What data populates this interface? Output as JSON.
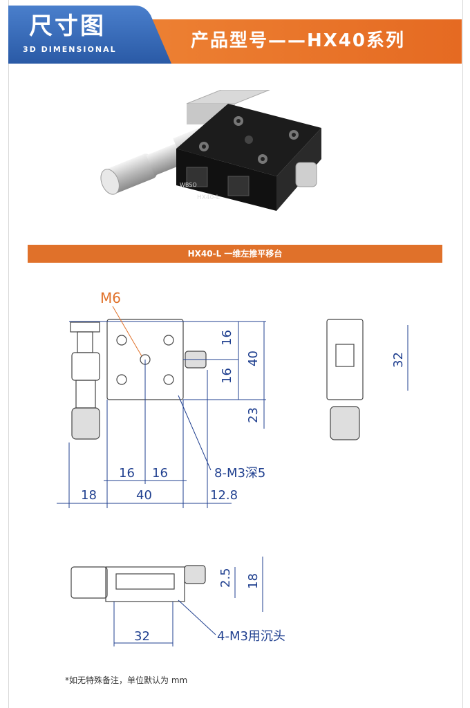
{
  "header": {
    "title": "尺寸图",
    "subtitle": "3D DIMENSIONAL",
    "product_title": "产品型号——HX40系列"
  },
  "product_photo": {
    "brand": "WBSO",
    "model": "HX40-L"
  },
  "section_title": "HX40-L   一维左推平移台",
  "drawing": {
    "label_m6": "M6",
    "dim_16a": "16",
    "dim_16b": "16",
    "dim_40_right": "40",
    "dim_23": "23",
    "dim_32_side": "32",
    "dim_16_bottom_a": "16",
    "dim_16_bottom_b": "16",
    "callout_8m3": "8-M3深5",
    "dim_18": "18",
    "dim_40_bottom": "40",
    "dim_12_8": "12.8",
    "dim_2_5": "2.5",
    "dim_18_side": "18",
    "dim_32_bottom": "32",
    "callout_4m3": "4-M3用沉头"
  },
  "colors": {
    "accent_orange": "#e0712a",
    "header_blue": "#2f5fa8",
    "dimension_blue": "#1f3f8f",
    "callout_orange": "#e0712a"
  },
  "footnote": "*如无特殊备注，单位默认为 mm"
}
